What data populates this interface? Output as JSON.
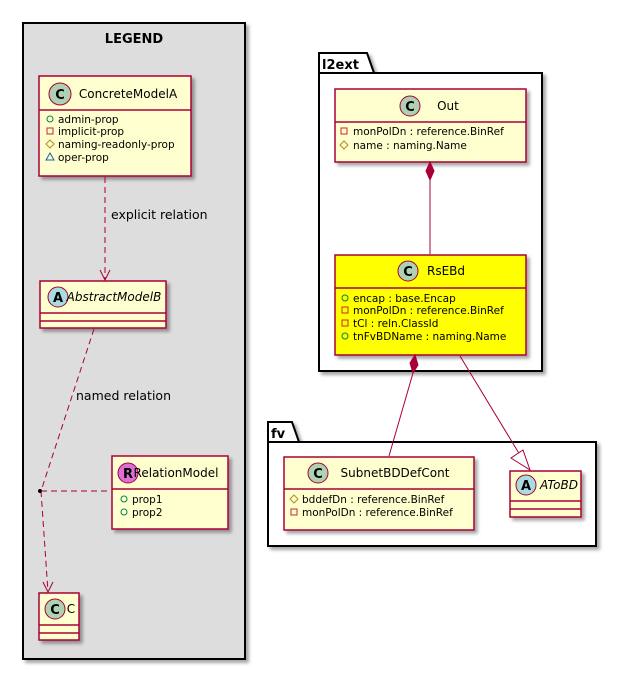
{
  "legend": {
    "title": "LEGEND",
    "concrete_model": {
      "stereotype": "C",
      "name": "ConcreteModelA",
      "attributes": [
        {
          "marker": "o",
          "text": "admin-prop"
        },
        {
          "marker": "sq",
          "text": "implicit-prop"
        },
        {
          "marker": "dia",
          "text": "naming-readonly-prop"
        },
        {
          "marker": "tri",
          "text": "oper-prop"
        }
      ]
    },
    "explicit_relation_label": "explicit relation",
    "abstract_model": {
      "stereotype": "A",
      "name": "AbstractModelB"
    },
    "named_relation_label": "named relation",
    "relation_model": {
      "stereotype": "R",
      "name": "RelationModel",
      "attributes": [
        {
          "marker": "o",
          "text": "prop1"
        },
        {
          "marker": "o",
          "text": "prop2"
        }
      ]
    },
    "c_model": {
      "stereotype": "C",
      "name": "C"
    }
  },
  "l2ext": {
    "package_name": "l2ext",
    "out": {
      "stereotype": "C",
      "name": "Out",
      "attributes": [
        {
          "marker": "sq",
          "text": "monPolDn : reference.BinRef"
        },
        {
          "marker": "dia",
          "text": "name : naming.Name"
        }
      ]
    },
    "rsebd": {
      "stereotype": "C",
      "name": "RsEBd",
      "attributes": [
        {
          "marker": "o",
          "text": "encap : base.Encap"
        },
        {
          "marker": "sq",
          "text": "monPolDn : reference.BinRef"
        },
        {
          "marker": "sq",
          "text": "tCl : reln.ClassId"
        },
        {
          "marker": "o",
          "text": "tnFvBDName : naming.Name"
        }
      ]
    }
  },
  "fv": {
    "package_name": "fv",
    "subnet": {
      "stereotype": "C",
      "name": "SubnetBDDefCont",
      "attributes": [
        {
          "marker": "dia",
          "text": "bddefDn : reference.BinRef"
        },
        {
          "marker": "sq",
          "text": "monPolDn : reference.BinRef"
        }
      ]
    },
    "atobd": {
      "stereotype": "A",
      "name": "AToBD"
    }
  },
  "colors": {
    "class_fill": "#fefece",
    "class_border": "#a80036",
    "highlight_fill": "#ffff00",
    "legend_fill": "#dddddd",
    "stereo_c": "#add1b2",
    "stereo_a": "#a9dcdf",
    "stereo_r": "#da70d6"
  }
}
